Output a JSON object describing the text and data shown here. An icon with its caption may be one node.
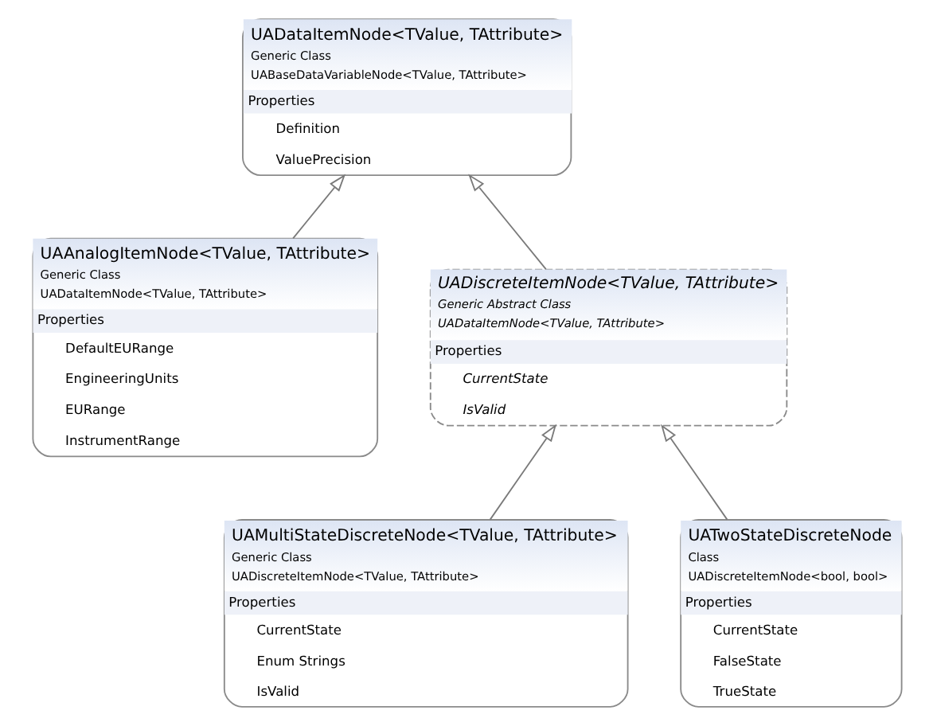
{
  "diagram": {
    "nodes": [
      {
        "text": [
          "UADataItemNode<TValue, TAttribute>",
          "Generic Class",
          "UABaseDataVariableNode<TValue, TAttribute>",
          "Properties",
          "Definition",
          "ValuePrecision"
        ]
      },
      {
        "text": [
          "UAAnalogItemNode<TValue, TAttribute>",
          "Generic Class",
          "UADataItemNode<TValue, TAttribute>",
          "Properties",
          "DefaultEURange",
          "EngineeringUnits",
          "EURange",
          "InstrumentRange"
        ]
      },
      {
        "text": [
          "UADiscreteItemNode<TValue, TAttribute>",
          "Generic Abstract Class",
          "UADataItemNode<TValue, TAttribute>",
          "Properties",
          "CurrentState",
          "IsValid"
        ]
      },
      {
        "text": [
          "UAMultiStateDiscreteNode<TValue, TAttribute>",
          "Generic Class",
          "UADiscreteItemNode<TValue, TAttribute>",
          "Properties",
          "CurrentState",
          "Enum Strings",
          "IsValid"
        ]
      },
      {
        "text": [
          "UATwoStateDiscreteNode",
          "Class",
          "UADiscreteItemNode<bool, bool>",
          "Properties",
          "CurrentState",
          "FalseState",
          "TrueState"
        ]
      }
    ],
    "edges": [
      {
        "from": 1,
        "to": 0,
        "arrow": "to"
      },
      {
        "from": 2,
        "to": 0,
        "arrow": "to"
      },
      {
        "from": 3,
        "to": 2,
        "arrow": "to"
      },
      {
        "from": 4,
        "to": 2,
        "arrow": "to"
      }
    ]
  }
}
